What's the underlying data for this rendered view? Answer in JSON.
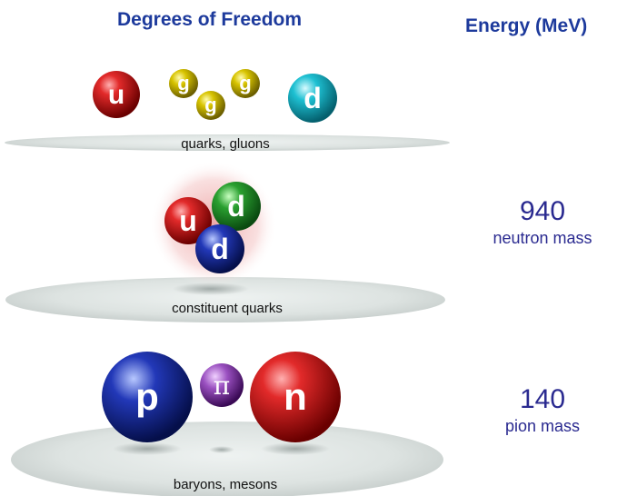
{
  "headers": {
    "degrees": "Degrees of Freedom",
    "energy": "Energy (MeV)"
  },
  "levels": [
    {
      "label": "quarks, gluons",
      "particles": [
        "u",
        "g",
        "g",
        "g",
        "d"
      ]
    },
    {
      "label": "constituent quarks",
      "particles": [
        "u",
        "d",
        "d"
      ],
      "energy_value": "940",
      "energy_label": "neutron mass"
    },
    {
      "label": "baryons, mesons",
      "particles": [
        "p",
        "π",
        "n"
      ],
      "energy_value": "140",
      "energy_label": "pion mass"
    }
  ],
  "colors": {
    "heading": "#1d3a9c",
    "energy_text": "#2a2a90",
    "disc": "#dfe5e3",
    "up_quark": "#c8102e",
    "gluon": "#c9b800",
    "down_quark_top": "#18b4c8",
    "down_quark_green": "#1e8a2a",
    "down_quark_blue": "#1a2f9a",
    "proton": "#1a2fa8",
    "pion": "#8a3fa8",
    "neutron": "#c8102e"
  }
}
